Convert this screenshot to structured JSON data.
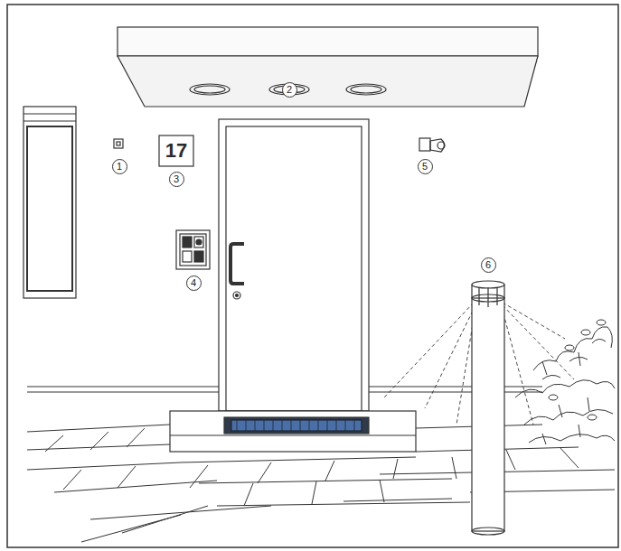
{
  "diagram": {
    "labels": [
      "2",
      "1",
      "17",
      "3",
      "5",
      "4",
      "6"
    ]
  }
}
